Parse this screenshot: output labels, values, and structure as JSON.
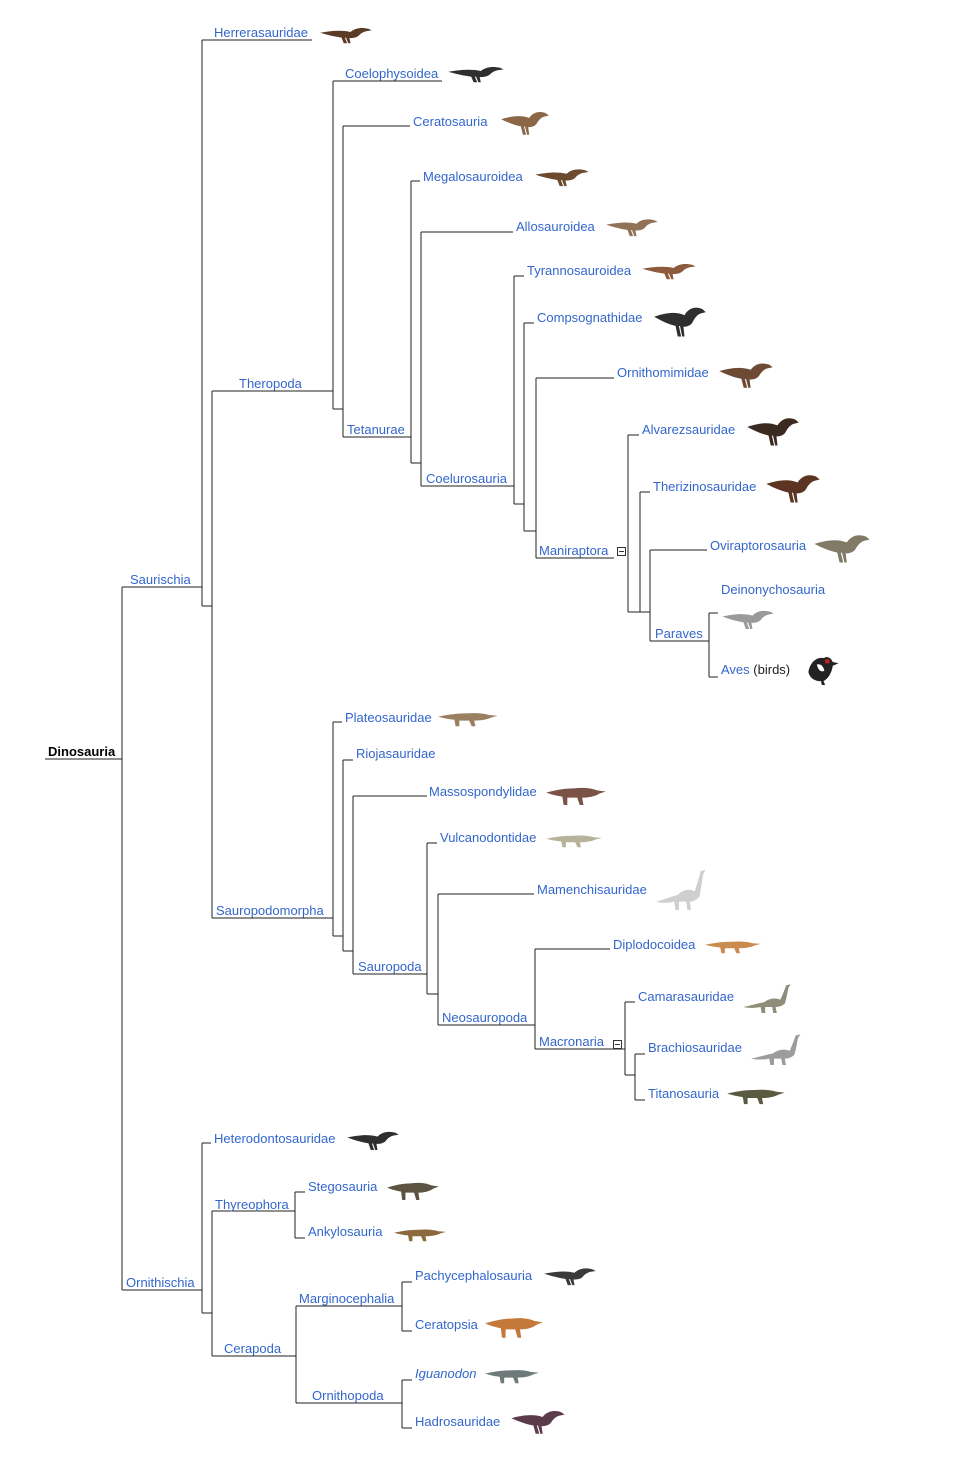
{
  "root": "Dinosauria",
  "taxa": {
    "saurischia": "Saurischia",
    "ornithischia": "Ornithischia",
    "herrerasauridae": "Herrerasauridae",
    "theropoda": "Theropoda",
    "coelophysoidea": "Coelophysoidea",
    "ceratosauria": "Ceratosauria",
    "tetanurae": "Tetanurae",
    "megalosauroidea": "Megalosauroidea",
    "allosauroidea": "Allosauroidea",
    "coelurosauria": "Coelurosauria",
    "tyrannosauroidea": "Tyrannosauroidea",
    "compsognathidae": "Compsognathidae",
    "ornithomimidae": "Ornithomimidae",
    "maniraptora": "Maniraptora",
    "alvarezsauridae": "Alvarezsauridae",
    "therizinosauridae": "Therizinosauridae",
    "oviraptorosauria": "Oviraptorosauria",
    "paraves": "Paraves",
    "deinonychosauria": "Deinonychosauria",
    "aves": "Aves",
    "aves_note": "(birds)",
    "sauropodomorpha": "Sauropodomorpha",
    "plateosauridae": "Plateosauridae",
    "riojasauridae": "Riojasauridae",
    "massospondylidae": "Massospondylidae",
    "sauropoda": "Sauropoda",
    "vulcanodontidae": "Vulcanodontidae",
    "neosauropoda": "Neosauropoda",
    "mamenchisauridae": "Mamenchisauridae",
    "diplodocoidea": "Diplodocoidea",
    "macronaria": "Macronaria",
    "camarasauridae": "Camarasauridae",
    "brachiosauridae": "Brachiosauridae",
    "titanosauria": "Titanosauria",
    "heterodontosauridae": "Heterodontosauridae",
    "thyreophora": "Thyreophora",
    "stegosauria": "Stegosauria",
    "ankylosauria": "Ankylosauria",
    "cerapoda": "Cerapoda",
    "marginocephalia": "Marginocephalia",
    "pachycephalosauria": "Pachycephalosauria",
    "ceratopsia": "Ceratopsia",
    "ornithopoda": "Ornithopoda",
    "iguanodon": "Iguanodon",
    "hadrosauridae": "Hadrosauridae"
  },
  "colors": {
    "link": "#3366cc",
    "line": "#202122",
    "root_text": "#000000"
  },
  "icons": {
    "herrerasauridae": "herrerasaurus-silhouette-icon",
    "coelophysoidea": "coelophysis-silhouette-icon",
    "ceratosauria": "ceratosaurus-silhouette-icon",
    "megalosauroidea": "spinosaurus-silhouette-icon",
    "allosauroidea": "allosaurus-silhouette-icon",
    "tyrannosauroidea": "tyrannosaurus-silhouette-icon",
    "compsognathidae": "sinosauropteryx-silhouette-icon",
    "ornithomimidae": "ornithomimus-silhouette-icon",
    "alvarezsauridae": "shuvuuia-silhouette-icon",
    "therizinosauridae": "therizinosaurus-silhouette-icon",
    "oviraptorosauria": "oviraptor-silhouette-icon",
    "deinonychosauria": "velociraptor-silhouette-icon",
    "aves": "woodpecker-icon",
    "plateosauridae": "plateosaurus-silhouette-icon",
    "massospondylidae": "massospondylus-silhouette-icon",
    "vulcanodontidae": "vulcanodon-silhouette-icon",
    "mamenchisauridae": "mamenchisaurus-silhouette-icon",
    "diplodocoidea": "diplodocus-silhouette-icon",
    "camarasauridae": "camarasaurus-silhouette-icon",
    "brachiosauridae": "brachiosaurus-silhouette-icon",
    "titanosauria": "titanosaur-silhouette-icon",
    "heterodontosauridae": "heterodontosaurus-silhouette-icon",
    "stegosauria": "stegosaurus-silhouette-icon",
    "ankylosauria": "ankylosaurus-silhouette-icon",
    "pachycephalosauria": "pachycephalosaurus-silhouette-icon",
    "ceratopsia": "triceratops-silhouette-icon",
    "iguanodon": "iguanodon-silhouette-icon",
    "hadrosauridae": "hadrosaurus-silhouette-icon"
  }
}
